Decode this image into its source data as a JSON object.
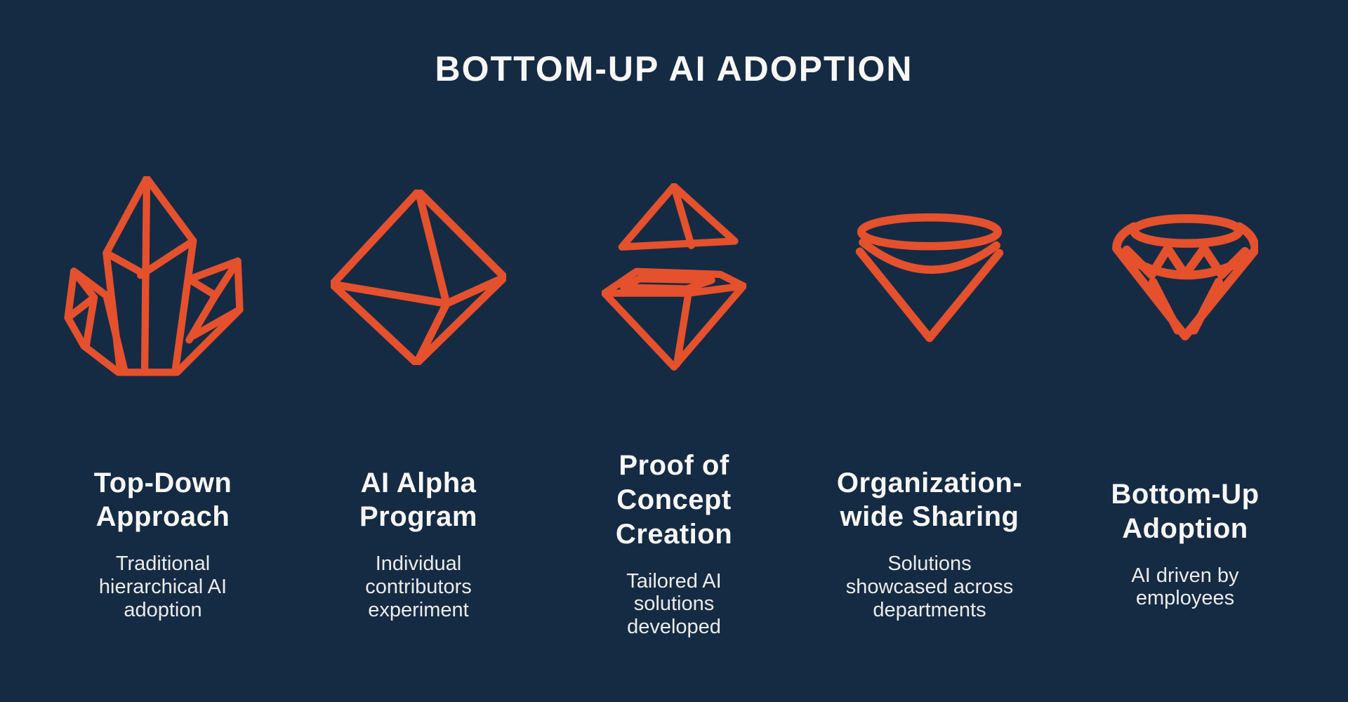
{
  "page": {
    "background_color": "#152B44",
    "accent_color": "#E5502D",
    "heading_color": "#F8F7F5",
    "body_text_color": "#ECEBE9"
  },
  "header": {
    "title": "BOTTOM-UP AI ADOPTION"
  },
  "columns": [
    {
      "icon": "crystal-cluster-icon",
      "heading": {
        "text": "Top-Down Approach",
        "lines": [
          "Top-Down",
          "Approach"
        ]
      },
      "description": {
        "text": "Traditional hierarchical AI adoption",
        "lines": [
          "Traditional",
          "hierarchical AI",
          "adoption"
        ]
      }
    },
    {
      "icon": "octahedron-icon",
      "heading": {
        "text": "AI Alpha Program",
        "lines": [
          "AI Alpha",
          "Program"
        ]
      },
      "description": {
        "text": "Individual contributors experiment",
        "lines": [
          "Individual",
          "contributors",
          "experiment"
        ]
      }
    },
    {
      "icon": "split-diamond-icon",
      "heading": {
        "text": "Proof of Concept Creation",
        "lines": [
          "Proof of",
          "Concept",
          "Creation"
        ]
      },
      "description": {
        "text": "Tailored AI solutions developed",
        "lines": [
          "Tailored AI",
          "solutions",
          "developed"
        ]
      }
    },
    {
      "icon": "cone-diamond-icon",
      "heading": {
        "text": "Organization-wide Sharing",
        "lines": [
          "Organization-",
          "wide Sharing"
        ]
      },
      "description": {
        "text": "Solutions showcased across departments",
        "lines": [
          "Solutions",
          "showcased across",
          "departments"
        ]
      }
    },
    {
      "icon": "faceted-gem-icon",
      "heading": {
        "text": "Bottom-Up Adoption",
        "lines": [
          "Bottom-Up",
          "Adoption"
        ]
      },
      "description": {
        "text": "AI driven by employees",
        "lines": [
          "AI driven by",
          "employees"
        ]
      }
    }
  ]
}
